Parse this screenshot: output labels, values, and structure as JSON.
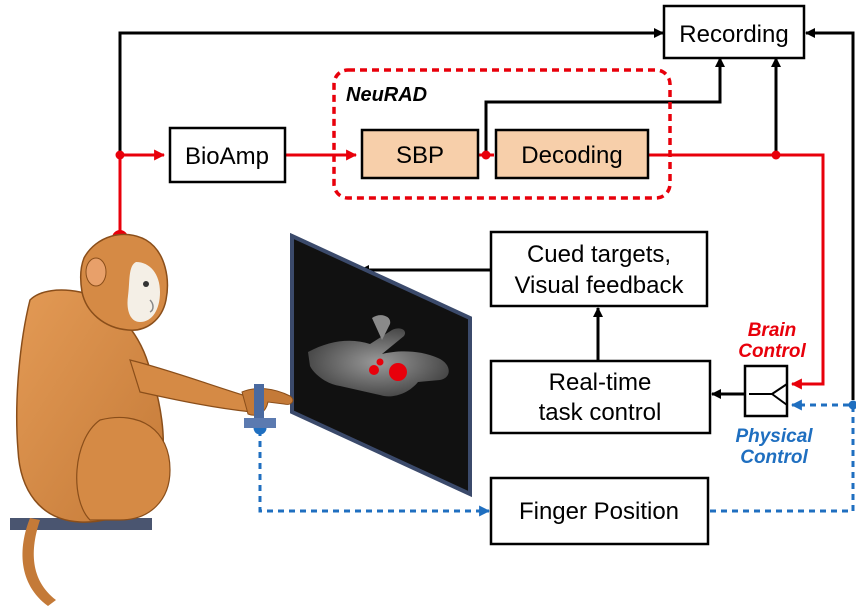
{
  "blocks": {
    "recording": "Recording",
    "bioamp": "BioAmp",
    "neurad": "NeuRAD",
    "sbp": "SBP",
    "decoding": "Decoding",
    "cued_line1": "Cued targets,",
    "cued_line2": "Visual feedback",
    "task_line1": "Real-time",
    "task_line2": "task control",
    "finger": "Finger Position"
  },
  "labels": {
    "brain_line1": "Brain",
    "brain_line2": "Control",
    "physical_line1": "Physical",
    "physical_line2": "Control"
  },
  "colors": {
    "neural_path": "#e8000b",
    "physical_path": "#1f6fc0",
    "processing_fill": "#f7cfaa",
    "box_stroke": "#000000",
    "monkey_fur": "#d58a45"
  },
  "icons": {
    "monkey": "monkey-illustration",
    "screen": "display-screen-hand",
    "switch": "control-switch"
  }
}
